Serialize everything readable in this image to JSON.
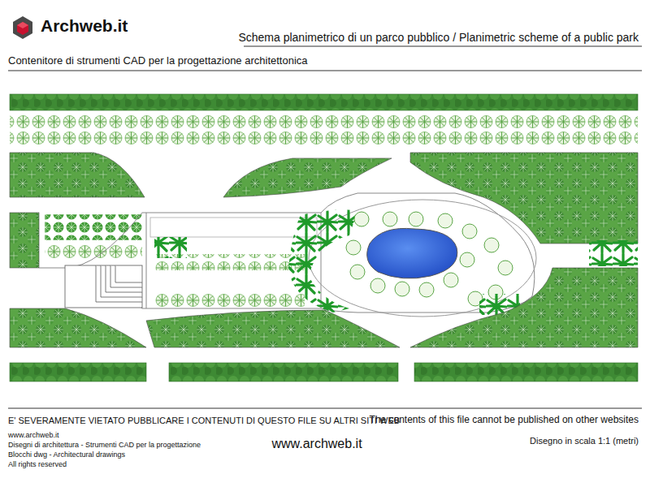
{
  "diagram": {
    "title": "Schema planimetrico di un parco pubblico  /  Planimetric scheme of a public park",
    "labels": [
      "Archweb.it",
      "Contenitore di strumenti CAD per la progettazione architettonica",
      "E' SEVERAMENTE VIETATO PUBBLICARE I CONTENUTI DI QUESTO FILE SU ALTRI SITI WEB",
      "The contents of this file cannot be published on other websites",
      "www.archweb.it",
      "Disegni di architettura - Strumenti CAD  per la progettazione",
      "Blocchi dwg - Architectural drawings",
      "All rights reserved",
      "www.archweb.it",
      "Disegno in scala 1:1 (metri)"
    ]
  }
}
